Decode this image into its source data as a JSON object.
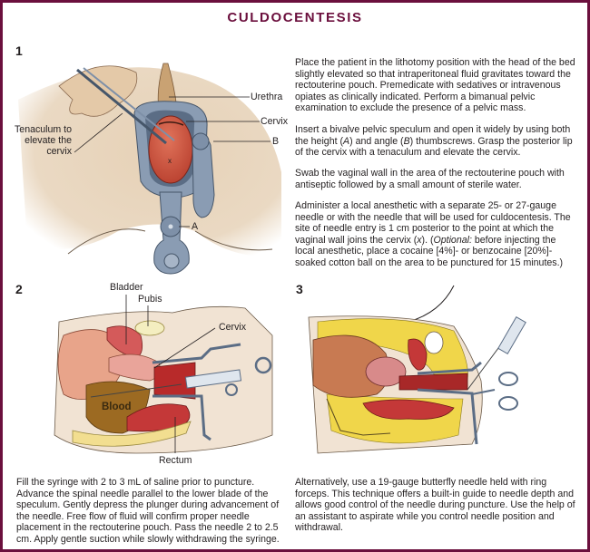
{
  "title": "CULDOCENTESIS",
  "colors": {
    "border": "#6b0f3d",
    "title": "#6b0f3d",
    "text": "#231f20"
  },
  "panels": [
    {
      "number": "1",
      "labels": {
        "urethra": "Urethra",
        "cervix": "Cervix",
        "b": "B",
        "a": "A",
        "x": "x",
        "tenaculum_1": "Tenaculum to",
        "tenaculum_2": "elevate the",
        "tenaculum_3": "cervix"
      },
      "paragraphs": [
        "Place the patient in the lithotomy position with the head of the bed slightly elevated so that intraperitoneal fluid gravitates toward the rectouterine pouch. Premedicate with sedatives or intravenous opiates as clinically indicated. Perform a bimanual pelvic examination to exclude the presence of a pelvic mass.",
        "Insert a bivalve pelvic speculum and open it widely by using both the height (A) and angle (B) thumbscrews. Grasp the posterior lip of the cervix with a tenaculum and elevate the cervix.",
        "Swab the vaginal wall in the area of the rectouterine pouch with antiseptic followed by a small amount of sterile water.",
        "Administer a local anesthetic with a separate 25- or 27-gauge needle or with the needle that will be used for culdocentesis. The site of needle entry is 1 cm posterior to the point at which the vaginal wall joins the cervix (x). (Optional: before injecting the local anesthetic, place a cocaine [4%]- or benzocaine [20%]-soaked cotton ball on the area to be punctured for 15 minutes.)"
      ]
    },
    {
      "number": "2",
      "labels": {
        "bladder": "Bladder",
        "pubis": "Pubis",
        "cervix": "Cervix",
        "blood": "Blood",
        "rectum": "Rectum"
      },
      "paragraphs": [
        "Fill the syringe with 2 to 3 mL of saline prior to puncture. Advance the spinal needle parallel to the lower blade of the speculum. Gently depress the plunger during advancement of the needle. Free flow of fluid will confirm proper needle placement in the rectouterine pouch. Pass the needle 2 to 2.5 cm. Apply gentle suction while slowly withdrawing the syringe."
      ]
    },
    {
      "number": "3",
      "labels": {},
      "paragraphs": [
        "Alternatively, use a 19-gauge butterfly needle held with ring forceps. This technique offers a built-in guide to needle depth and allows good control of the needle during puncture. Use the help of an assistant to aspirate while you control needle position and withdrawal."
      ]
    }
  ]
}
